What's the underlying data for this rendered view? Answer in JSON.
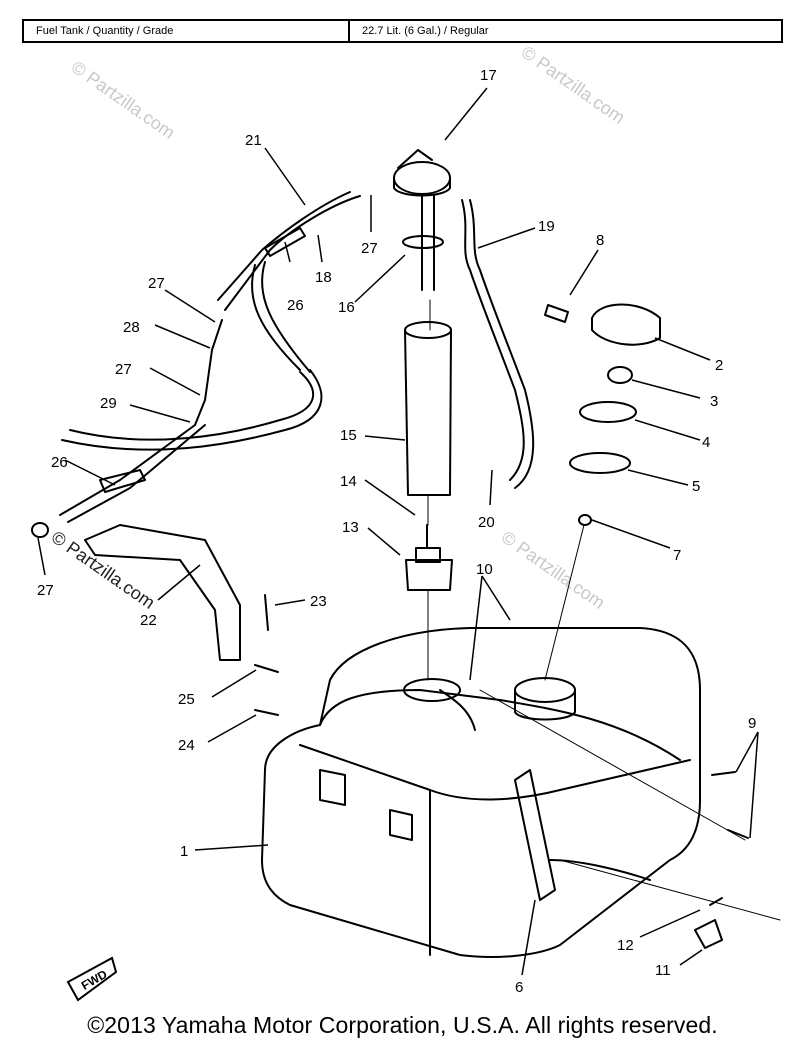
{
  "spec_table": {
    "label": "Fuel Tank / Quantity / Grade",
    "value": "22.7 Lit. (6 Gal.) / Regular"
  },
  "callouts": {
    "c1": "1",
    "c2": "2",
    "c3": "3",
    "c4": "4",
    "c5": "5",
    "c6": "6",
    "c7": "7",
    "c8": "8",
    "c9": "9",
    "c10": "10",
    "c11": "11",
    "c12": "12",
    "c13": "13",
    "c14": "14",
    "c15": "15",
    "c16": "16",
    "c17": "17",
    "c18": "18",
    "c19": "19",
    "c20": "20",
    "c21": "21",
    "c22": "22",
    "c23": "23",
    "c24": "24",
    "c25": "25",
    "c26a": "26",
    "c26b": "26",
    "c27a": "27",
    "c27b": "27",
    "c27c": "27",
    "c27d": "27",
    "c28": "28",
    "c29": "29"
  },
  "fwd_label": "FWD",
  "watermark": "© Partzilla.com",
  "copyright": "©2013  Yamaha Motor Corporation, U.S.A. All rights reserved."
}
